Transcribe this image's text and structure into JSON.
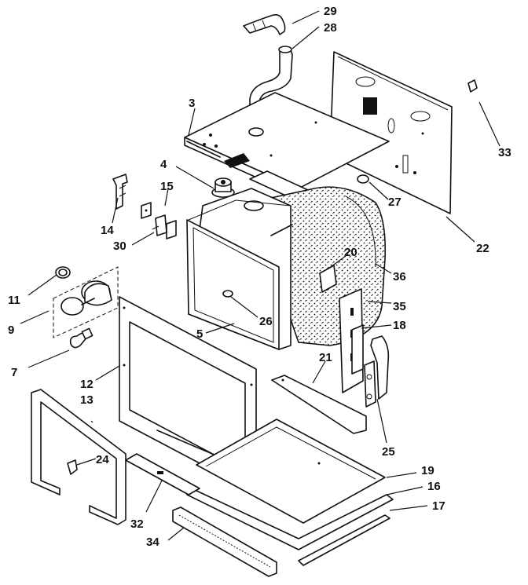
{
  "callouts": {
    "c3": "3",
    "c4": "4",
    "c5": "5",
    "c7": "7",
    "c9": "9",
    "c11": "11",
    "c12": "12",
    "c13": "13",
    "c14": "14",
    "c15": "15",
    "c16": "16",
    "c17": "17",
    "c18": "18",
    "c19": "19",
    "c20": "20",
    "c21": "21",
    "c22": "22",
    "c24": "24",
    "c25": "25",
    "c26": "26",
    "c27": "27",
    "c28": "28",
    "c29": "29",
    "c30": "30",
    "c32": "32",
    "c33": "33",
    "c34": "34",
    "c35": "35",
    "c36": "36"
  }
}
